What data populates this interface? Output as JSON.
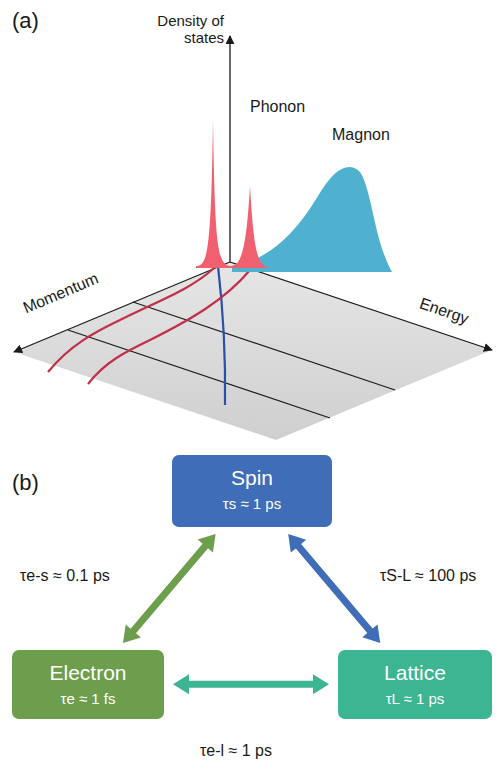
{
  "diagram": {
    "nodes": [
      {
        "text": [
          "Spin",
          "τs ≈ 1 ps"
        ]
      },
      {
        "text": [
          "Electron",
          "τe ≈ 1 fs"
        ]
      },
      {
        "text": [
          "Lattice",
          "τL ≈ 1 ps"
        ]
      }
    ],
    "edges": [
      {
        "from": 1,
        "to": 0,
        "arrow": "both",
        "label": "τe-s ≈ 0.1 ps"
      },
      {
        "from": 0,
        "to": 2,
        "arrow": "both",
        "label": "τS-L ≈ 100 ps"
      },
      {
        "from": 1,
        "to": 2,
        "arrow": "both",
        "label": "τe-l ≈ 1 ps"
      }
    ],
    "labels": [
      "(a)",
      "Density of states",
      "Phonon",
      "Magnon",
      "Momentum",
      "Energy",
      "(b)"
    ]
  }
}
